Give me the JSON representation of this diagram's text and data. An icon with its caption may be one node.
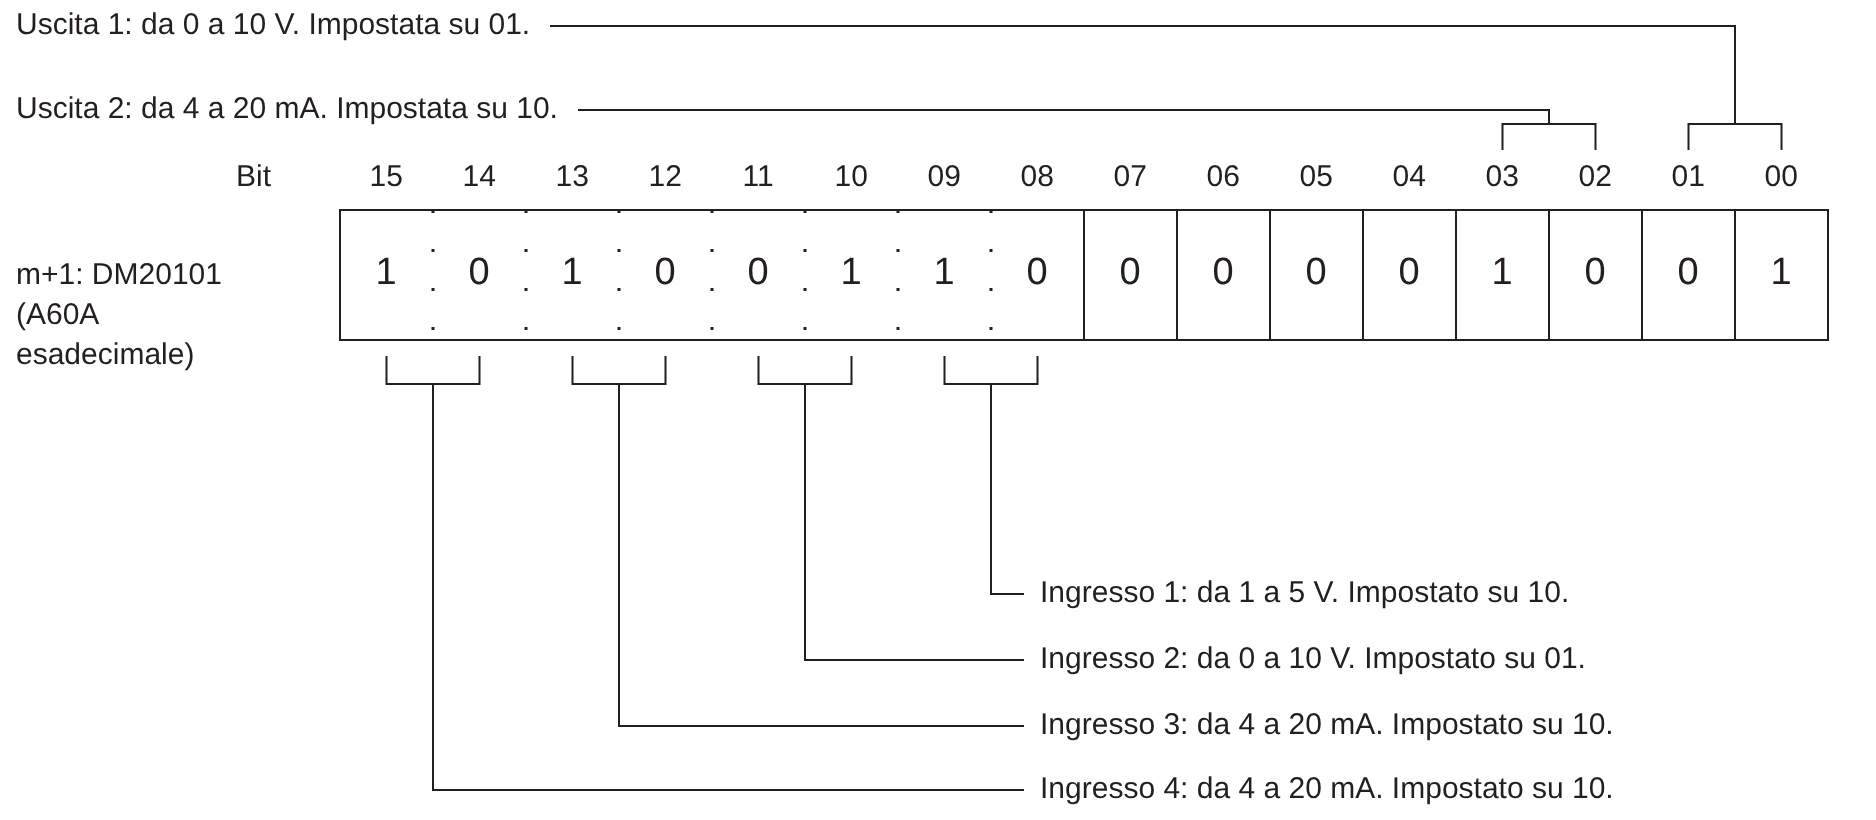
{
  "diagram": {
    "nodes": [
      {
        "text": [
          "Uscita 1: da 0 a 10 V. Impostata su 01."
        ]
      },
      {
        "text": [
          "Uscita 2: da 4 a 20 mA. Impostata su 10."
        ]
      },
      {
        "text": [],
        "shape": "bracket"
      },
      {
        "text": [],
        "shape": "bracket"
      },
      {
        "text": [],
        "shape": "bracket"
      },
      {
        "text": [],
        "shape": "bracket"
      },
      {
        "text": [],
        "shape": "bracket"
      },
      {
        "text": [],
        "shape": "bracket"
      },
      {
        "text": [
          "Ingresso 1: da 1 a 5 V. Impostato su 10."
        ]
      },
      {
        "text": [
          "Ingresso 2: da 0 a 10 V. Impostato su 01."
        ]
      },
      {
        "text": [
          "Ingresso 3: da 4 a 20 mA. Impostato su 10."
        ]
      },
      {
        "text": [
          "Ingresso 4: da 4 a 20 mA. Impostato su 10."
        ]
      }
    ],
    "edges": [
      {
        "from": 0,
        "to": 3,
        "arrow": "none"
      },
      {
        "from": 1,
        "to": 2,
        "arrow": "none"
      },
      {
        "from": 8,
        "to": 7,
        "arrow": "none"
      },
      {
        "from": 9,
        "to": 6,
        "arrow": "none"
      },
      {
        "from": 10,
        "to": 5,
        "arrow": "none"
      },
      {
        "from": 11,
        "to": 4,
        "arrow": "none"
      }
    ],
    "labels": [
      "Bit",
      "15",
      "14",
      "13",
      "12",
      "11",
      "10",
      "09",
      "08",
      "07",
      "06",
      "05",
      "04",
      "03",
      "02",
      "01",
      "00",
      "m+1: DM20101 (A60A esadecimale)",
      "1",
      "0",
      "1",
      "0",
      "0",
      "1",
      "1",
      "0",
      "0",
      "0",
      "0",
      "0",
      "1",
      "0",
      "0",
      "1"
    ]
  }
}
